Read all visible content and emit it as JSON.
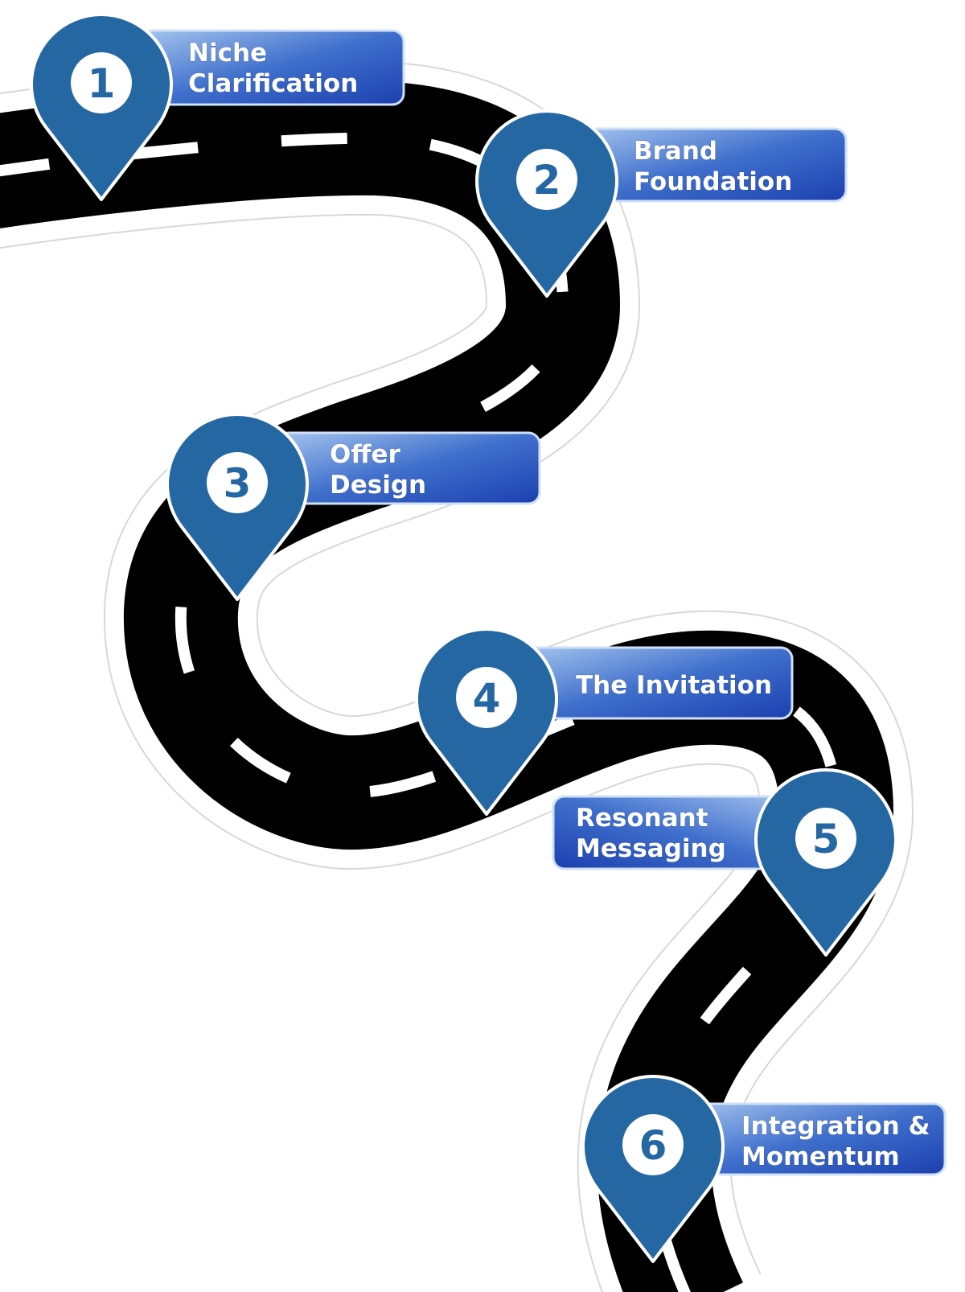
{
  "milestones": [
    {
      "number": "1",
      "line1": "Niche",
      "line2": "Clarification"
    },
    {
      "number": "2",
      "line1": "Brand",
      "line2": "Foundation"
    },
    {
      "number": "3",
      "line1": "Offer",
      "line2": "Design"
    },
    {
      "number": "4",
      "line1": "The Invitation",
      "line2": ""
    },
    {
      "number": "5",
      "line1": "Resonant",
      "line2": "Messaging"
    },
    {
      "number": "6",
      "line1": "Integration &",
      "line2": "Momentum"
    }
  ],
  "colors": {
    "road": "#000000",
    "road_border": "#ffffff",
    "lane_marking": "#ffffff",
    "pin": "#2467a3",
    "label_dark": "#1e46b4",
    "label_light": "#a4c4ee"
  }
}
